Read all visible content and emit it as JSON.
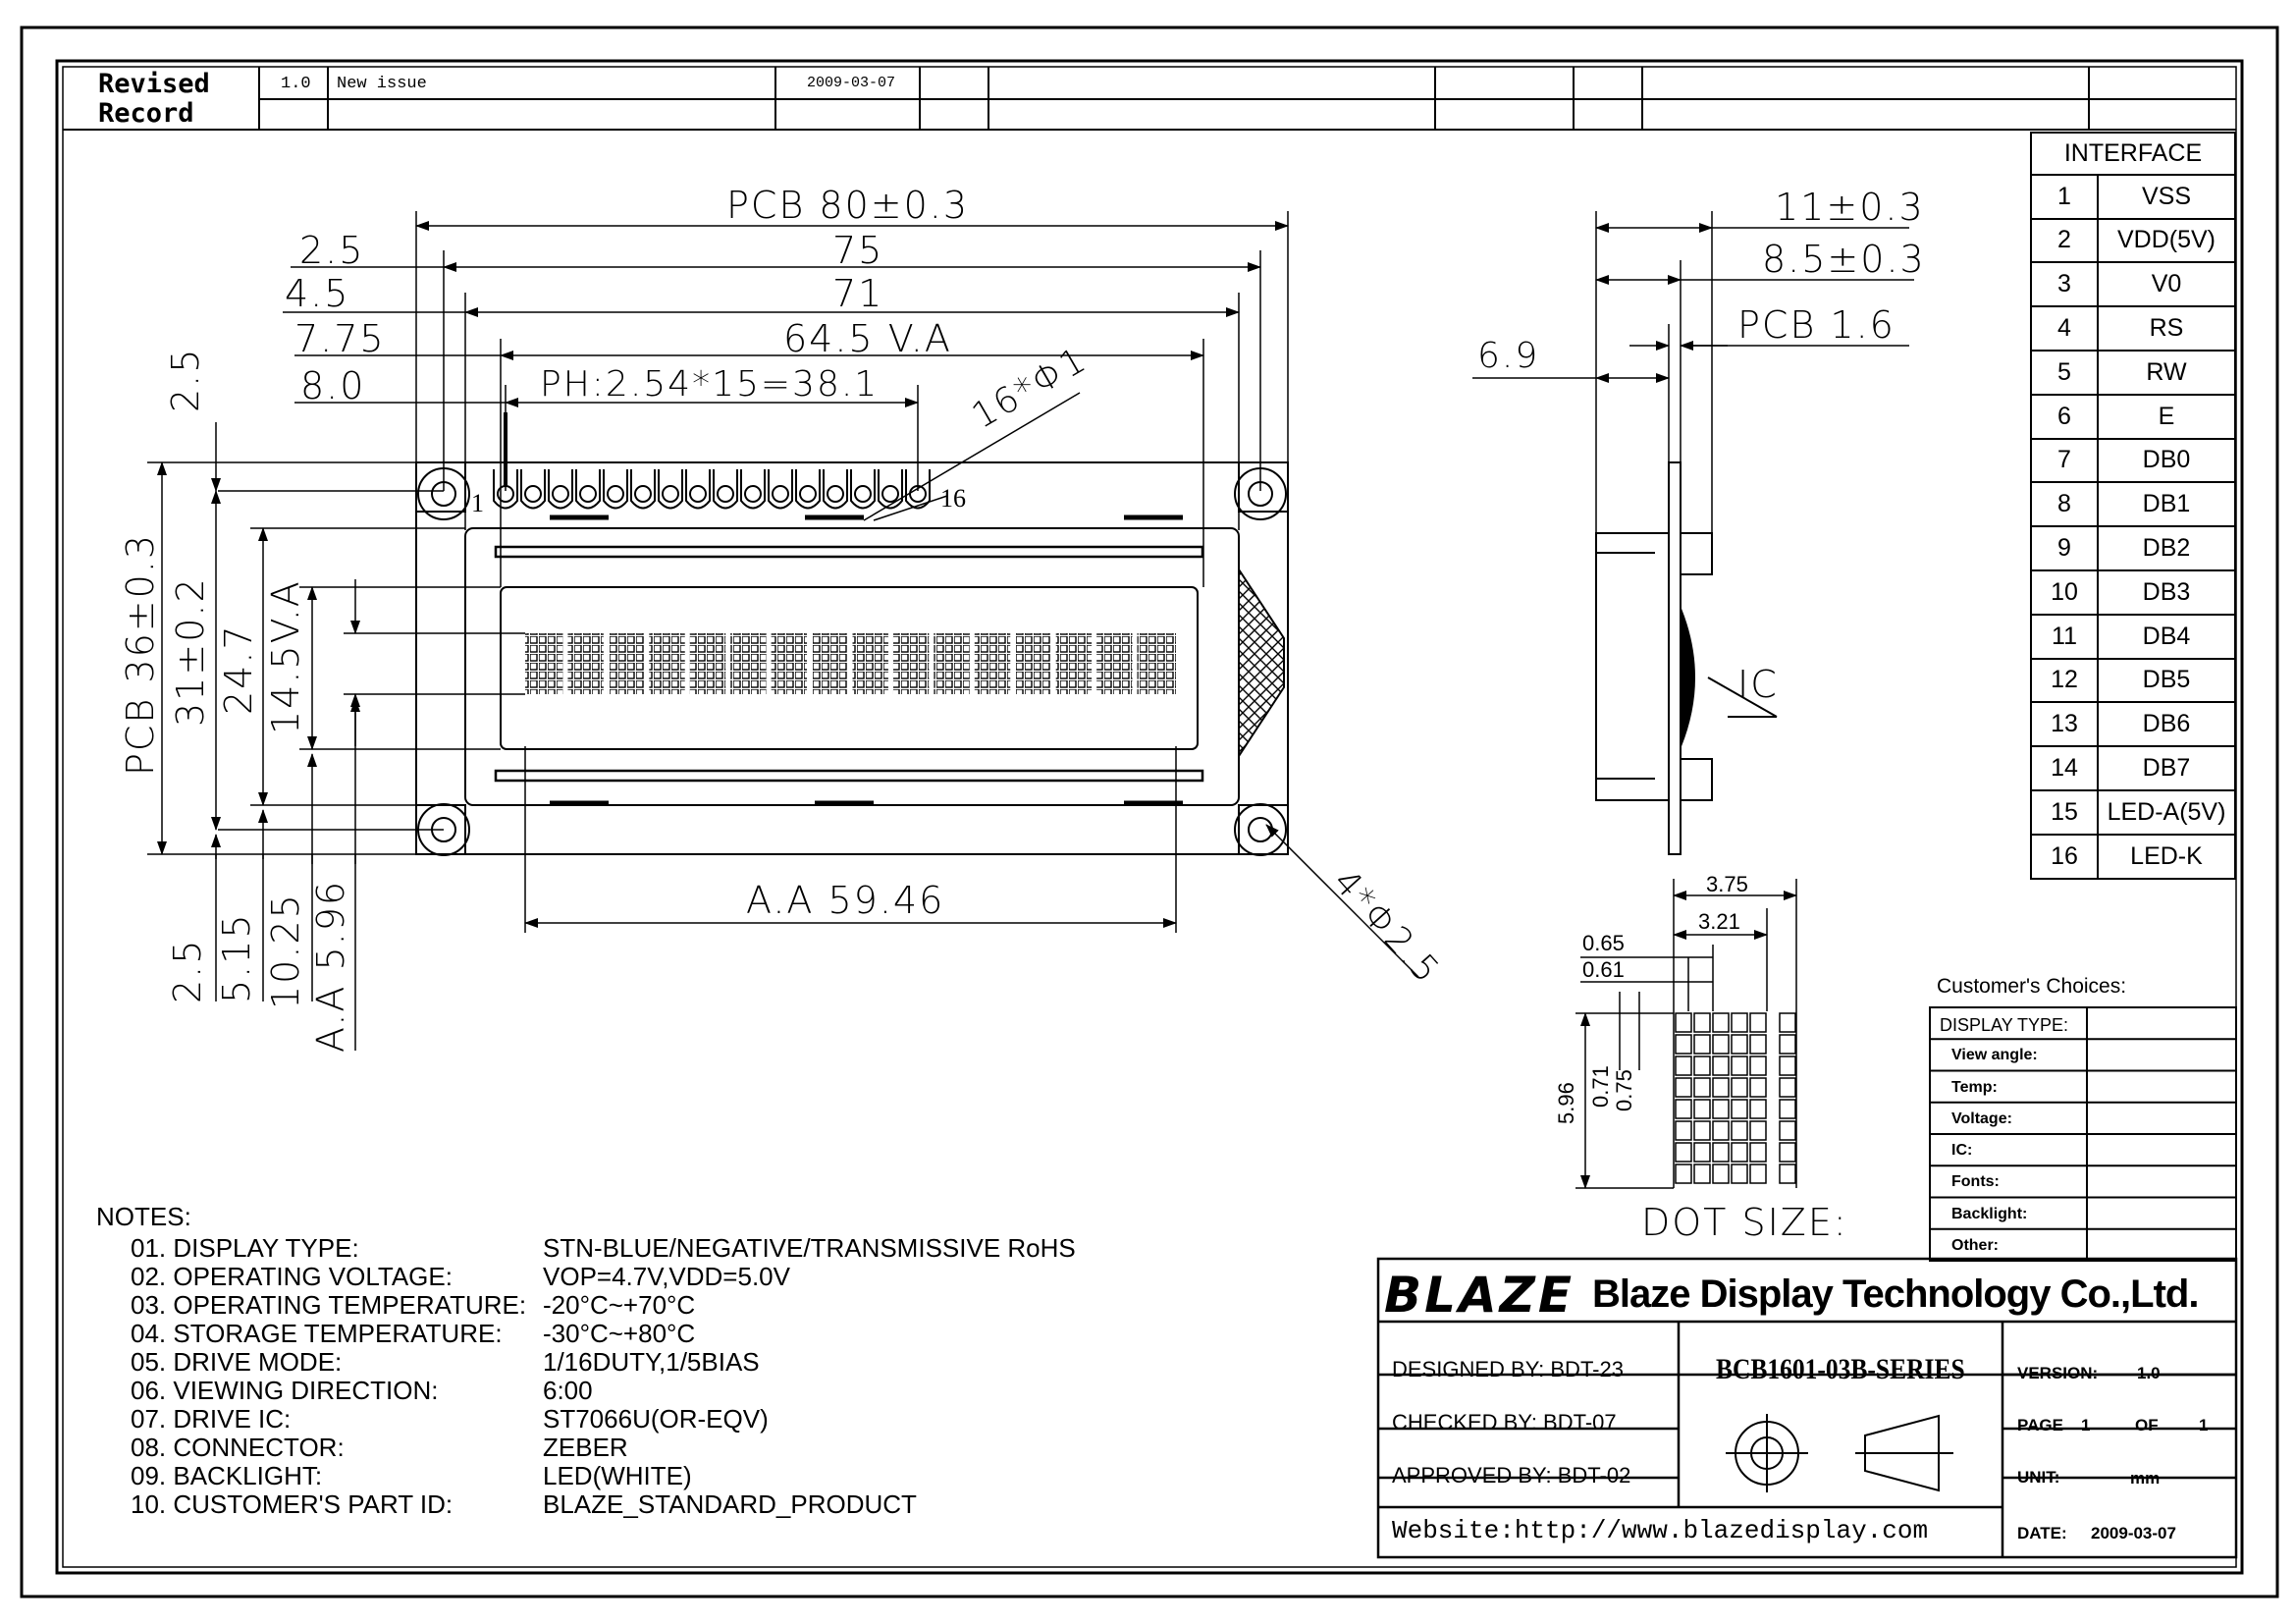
{
  "revision": {
    "label_line1": "Revised",
    "label_line2": "Record",
    "version": "1.0",
    "description": "New issue",
    "date": "2009-03-07"
  },
  "interface": {
    "title": "INTERFACE",
    "pins": [
      {
        "no": "1",
        "name": "VSS"
      },
      {
        "no": "2",
        "name": "VDD(5V)"
      },
      {
        "no": "3",
        "name": "V0"
      },
      {
        "no": "4",
        "name": "RS"
      },
      {
        "no": "5",
        "name": "RW"
      },
      {
        "no": "6",
        "name": "E"
      },
      {
        "no": "7",
        "name": "DB0"
      },
      {
        "no": "8",
        "name": "DB1"
      },
      {
        "no": "9",
        "name": "DB2"
      },
      {
        "no": "10",
        "name": "DB3"
      },
      {
        "no": "11",
        "name": "DB4"
      },
      {
        "no": "12",
        "name": "DB5"
      },
      {
        "no": "13",
        "name": "DB6"
      },
      {
        "no": "14",
        "name": "DB7"
      },
      {
        "no": "15",
        "name": "LED-A(5V)"
      },
      {
        "no": "16",
        "name": "LED-K"
      }
    ]
  },
  "dimensions": {
    "pcb_width": "PCB 80±0.3",
    "w75": "75",
    "w71": "71",
    "va_width": "64.5 V.A",
    "pitch": "PH:2.54*15=38.1",
    "d25": "2.5",
    "d45": "4.5",
    "d775": "7.75",
    "d80": "8.0",
    "pins_hole": "16*Φ1",
    "pin1": "1",
    "pin16": "16",
    "pcb_height": "PCB 36±0.3",
    "h31": "31±0.2",
    "h247": "24.7",
    "va_height": "14.5V.A",
    "top25": "2.5",
    "b25": "2.5",
    "b515": "5.15",
    "b1025": "10.25",
    "aa_height": "A.A 5.96",
    "aa_width": "A.A 59.46",
    "mount_holes": "4*Φ2.5",
    "thick11": "11±0.3",
    "thick85": "8.5±0.3",
    "pcb_thick": "PCB 1.6",
    "d69": "6.9",
    "ic": "IC"
  },
  "dot_size": {
    "title": "DOT SIZE:",
    "w375": "3.75",
    "w321": "3.21",
    "d065": "0.65",
    "d061": "0.61",
    "h596": "5.96",
    "h071": "0.71",
    "h075": "0.75"
  },
  "notes": {
    "title": "NOTES:",
    "items": [
      {
        "label": "01. DISPLAY TYPE:",
        "value": "STN-BLUE/NEGATIVE/TRANSMISSIVE  RoHS"
      },
      {
        "label": "02. OPERATING VOLTAGE:",
        "value": "VOP=4.7V,VDD=5.0V"
      },
      {
        "label": "03. OPERATING TEMPERATURE:",
        "value": "-20°C~+70°C"
      },
      {
        "label": "04. STORAGE TEMPERATURE:",
        "value": "-30°C~+80°C"
      },
      {
        "label": "05. DRIVE MODE:",
        "value": "1/16DUTY,1/5BIAS"
      },
      {
        "label": "06. VIEWING DIRECTION:",
        "value": "6:00"
      },
      {
        "label": "07. DRIVE IC:",
        "value": "ST7066U(OR-EQV)"
      },
      {
        "label": "08. CONNECTOR:",
        "value": "ZEBER"
      },
      {
        "label": "09. BACKLIGHT:",
        "value": "LED(WHITE)"
      },
      {
        "label": "10. CUSTOMER'S PART ID:",
        "value": "BLAZE_STANDARD_PRODUCT"
      }
    ]
  },
  "customer": {
    "title": "Customer's Choices:",
    "rows": [
      "DISPLAY TYPE:",
      "View angle:",
      "Temp:",
      "Voltage:",
      "IC:",
      "Fonts:",
      "Backlight:",
      "Other:"
    ]
  },
  "title_block": {
    "logo": "BLAZE",
    "company": "Blaze Display Technology Co.,Ltd.",
    "designed": "DESIGNED BY: BDT-23",
    "checked": "CHECKED BY: BDT-07",
    "approved": "APPROVED BY: BDT-02",
    "part_no": "BCB1601-03B-SERIES",
    "version_label": "VERSION:",
    "version_value": "1.0",
    "page_label": "PAGE",
    "page_no": "1",
    "page_of": "OF",
    "page_total": "1",
    "unit_label": "UNIT:",
    "unit_value": "mm",
    "website": "Website:http://www.blazedisplay.com",
    "date_label": "DATE:",
    "date_value": "2009-03-07"
  }
}
